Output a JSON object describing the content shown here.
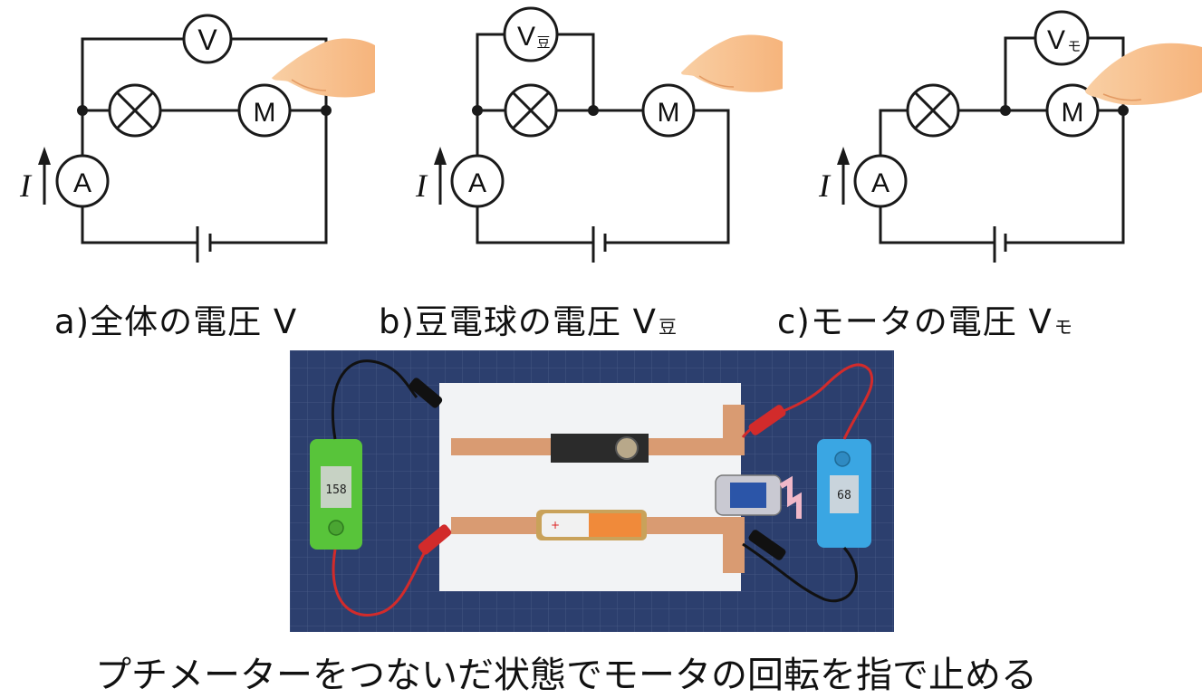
{
  "circuits": [
    {
      "id": "a",
      "voltmeter_label": "V",
      "voltmeter_sub": "",
      "ammeter_label": "A",
      "motor_label": "M",
      "current_label": "I",
      "caption_text": "a)全体の電圧 V",
      "caption_sub": ""
    },
    {
      "id": "b",
      "voltmeter_label": "V",
      "voltmeter_sub": "豆",
      "ammeter_label": "A",
      "motor_label": "M",
      "current_label": "I",
      "caption_text": "b)豆電球の電圧 V",
      "caption_sub": "豆"
    },
    {
      "id": "c",
      "voltmeter_label": "V",
      "voltmeter_sub": "モ",
      "ammeter_label": "A",
      "motor_label": "M",
      "current_label": "I",
      "caption_text": "c)モータの電圧 V",
      "caption_sub": "モ"
    }
  ],
  "photo": {
    "left_meter_reading": "158",
    "right_meter_reading": "68",
    "meter_brand": "Petit Meter"
  },
  "bottom_caption": "プチメーターをつないだ状態でモータの回転を指で止める",
  "colors": {
    "wire": "#1a1a1a",
    "hand": "#f7c08e",
    "mat": "#2c3f6e",
    "copper": "#d99b72",
    "green_meter": "#58c43a",
    "blue_meter": "#3aa6e3",
    "red_lead": "#d22b2b"
  }
}
